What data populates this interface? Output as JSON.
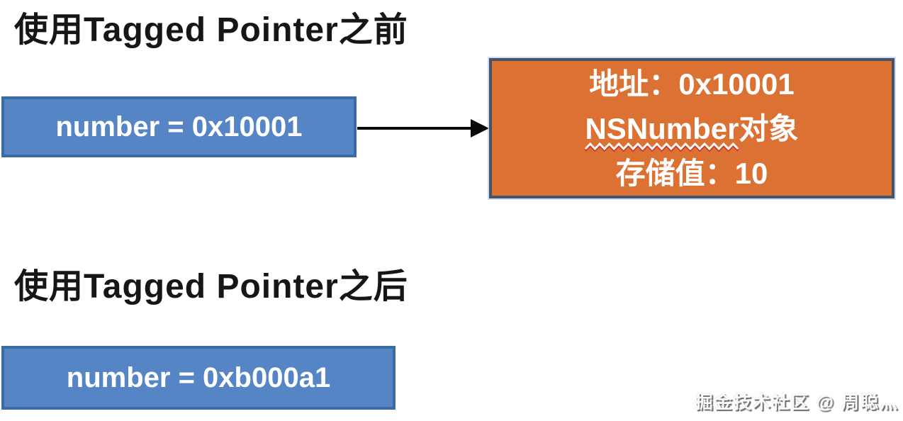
{
  "diagram": {
    "sections": {
      "before_title": "使用Tagged Pointer之前",
      "after_title": "使用Tagged Pointer之后"
    },
    "pointer_boxes": {
      "before_value": "number = 0x10001",
      "after_value": "number = 0xb000a1"
    },
    "object_box": {
      "line1": "地址：0x10001",
      "line2_latin": "NSNumber",
      "line2_cjk": "对象",
      "line3": "存储值：10"
    },
    "watermark": "掘金技术社区 @ 周聪灬",
    "colors": {
      "pointer_box_fill": "#5585C4",
      "pointer_box_border": "#3A6BA5",
      "object_box_fill": "#DC7134",
      "object_box_border": "#44546A",
      "arrow": "#0A0A0A",
      "title_text": "#161616",
      "box_text": "#FFFFFF",
      "squiggle_red": "#D03020",
      "squiggle_white": "#FFFFFF"
    }
  }
}
